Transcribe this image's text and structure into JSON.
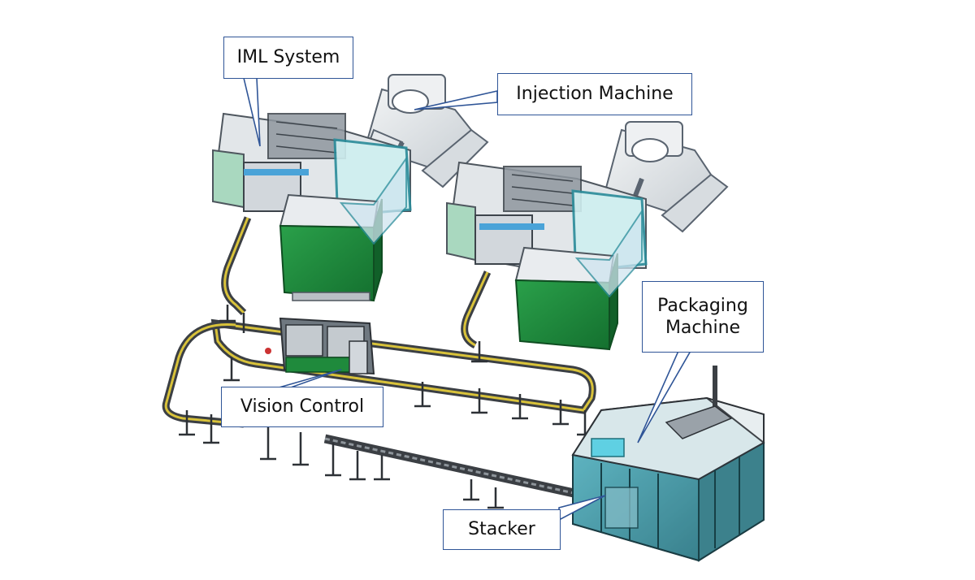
{
  "labels": {
    "iml_system": "IML System",
    "injection_machine": "Injection Machine",
    "packaging_machine": "Packaging\nMachine",
    "vision_control": "Vision Control",
    "stacker": "Stacker"
  },
  "colors": {
    "callout_border": "#2f5597",
    "machine_green": "#1f8a3c",
    "machine_teal": "#2a8c9a",
    "machine_frame": "#5a6470",
    "light_panel": "#e9ecef",
    "conveyor_yellow": "#d8c23a"
  }
}
